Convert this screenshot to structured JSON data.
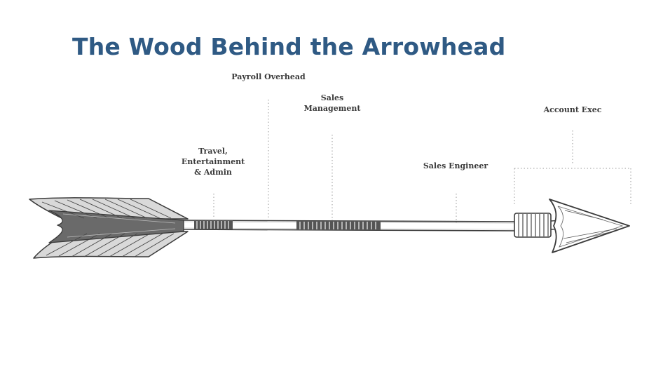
{
  "slide": {
    "title": "The Wood Behind the Arrowhead"
  },
  "callouts": [
    {
      "id": "travel",
      "label": "Travel,\nEntertainment\n& Admin"
    },
    {
      "id": "payroll",
      "label": "Payroll Overhead"
    },
    {
      "id": "sales-management",
      "label": "Sales\nManagement"
    },
    {
      "id": "sales-engineer",
      "label": "Sales Engineer"
    },
    {
      "id": "account-exec",
      "label": "Account Exec"
    }
  ],
  "colors": {
    "title": "#2f5a84",
    "ink": "#3a3a3a",
    "leader": "#9a9a9a"
  }
}
